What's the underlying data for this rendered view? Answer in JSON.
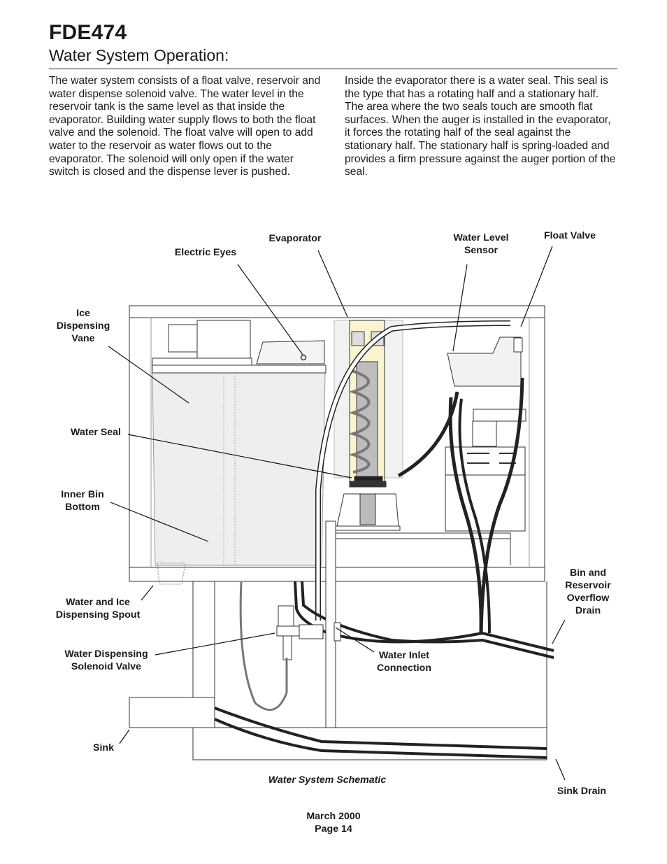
{
  "header": {
    "model": "FDE474",
    "section_title": "Water System Operation:"
  },
  "body": {
    "left_paragraph": "The water system consists of a float valve, reservoir and water dispense solenoid valve. The water level in the reservoir tank is the same level as that inside the evaporator. Building water supply flows to both the float valve and the solenoid. The float valve will open to add water to the reservoir as water flows out to the evaporator. The solenoid will only open if the water switch is closed and the dispense lever is pushed.",
    "right_paragraph": "Inside the evaporator there is a water seal. This seal is the type that has a rotating half and a stationary half. The area where the two seals touch are smooth flat surfaces. When the auger is installed in the evaporator, it forces the rotating half of the seal against the stationary half. The stationary half is spring-loaded and provides a firm pressure against the auger portion of the seal."
  },
  "diagram": {
    "labels": {
      "evaporator": "Evaporator",
      "electric_eyes": "Electric Eyes",
      "water_level_sensor": "Water Level\nSensor",
      "float_valve": "Float Valve",
      "ice_dispensing_vane": "Ice\nDispensing\nVane",
      "water_seal": "Water Seal",
      "inner_bin_bottom": "Inner Bin\nBottom",
      "water_ice_spout": "Water and Ice\nDispensing Spout",
      "solenoid_valve": "Water Dispensing\nSolenoid Valve",
      "sink": "Sink",
      "water_inlet": "Water Inlet\nConnection",
      "overflow_drain": "Bin and\nReservoir\nOverflow\nDrain",
      "sink_drain": "Sink Drain"
    },
    "caption": "Water System Schematic"
  },
  "footer": {
    "date": "March 2000",
    "page": "Page 14"
  }
}
